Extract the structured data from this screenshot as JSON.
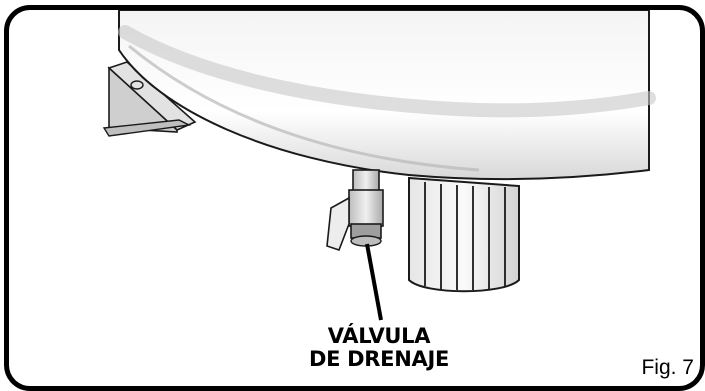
{
  "callout": {
    "line1": "VÁLVULA",
    "line2": "DE DRENAJE"
  },
  "figure_label": "Fig. 7",
  "icons": {
    "tank": "tank-base-illustration",
    "valve": "drain-valve-illustration",
    "hose": "corrugated-hose-illustration",
    "bracket": "mounting-bracket-illustration"
  },
  "colors": {
    "frame": "#000000",
    "shading": "#c8c8c8",
    "outline": "#1a1a1a"
  }
}
